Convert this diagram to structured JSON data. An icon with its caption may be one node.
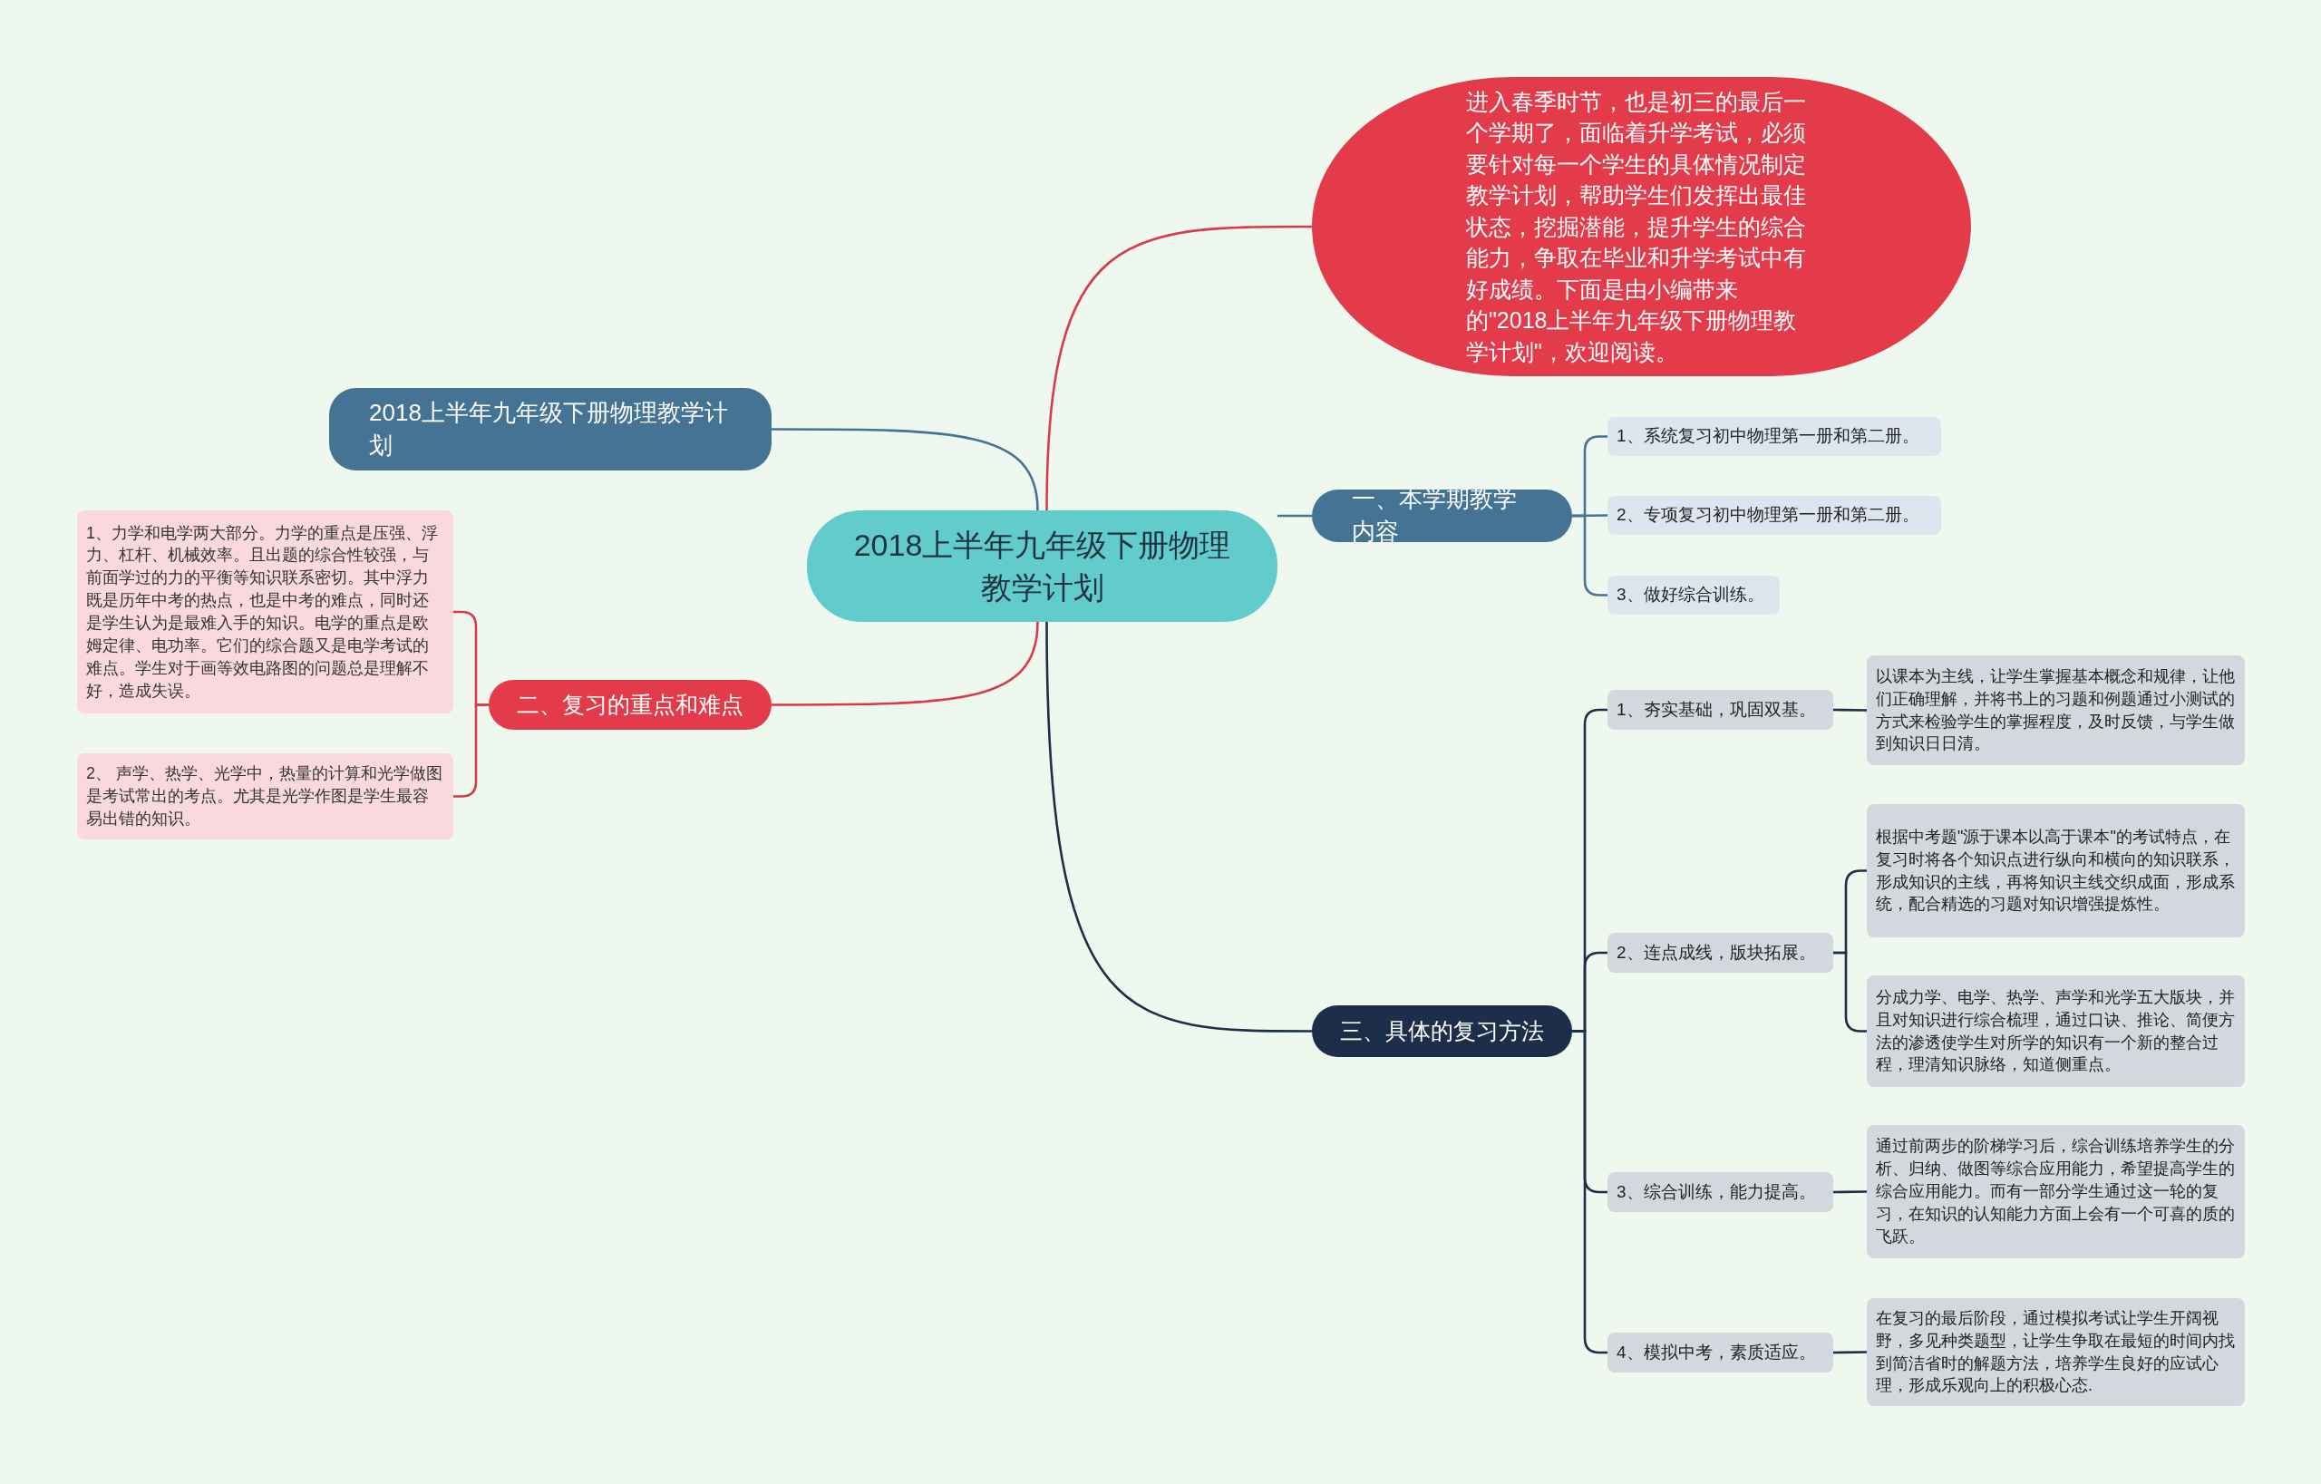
{
  "diagram": {
    "nodes": [
      {
        "text": [
          "2018上半年九年级下册物理教学计划"
        ]
      },
      {
        "text": [
          "进入春季时节，也是初三的最后一个学期了，面临着升学考试，必须要针对每一个学生的具体情况制定教学计划，帮助学生们发挥出最佳状态，挖掘潜能，提升学生的综合能力，争取在毕业和升学考试中有好成绩。下面是由小编带来的\"2018上半年九年级下册物理教学计划\"，欢迎阅读。"
        ]
      },
      {
        "text": [
          "2018上半年九年级下册物理教学计划"
        ]
      },
      {
        "text": [
          "二、复习的重点和难点"
        ]
      },
      {
        "text": [
          "1、力学和电学两大部分。力学的重点是压强、浮力、杠杆、机械效率。且出题的综合性较强，与前面学过的力的平衡等知识联系密切。其中浮力既是历年中考的热点，也是中考的难点，同时还是学生认为是最难入手的知识。电学的重点是欧姆定律、电功率。它们的综合题又是电学考试的难点。学生对于画等效电路图的问题总是理解不好，造成失误。"
        ]
      },
      {
        "text": [
          "2、 声学、热学、光学中，热量的计算和光学做图是考试常出的考点。尤其是光学作图是学生最容易出错的知识。"
        ]
      },
      {
        "text": [
          "一、本学期教学内容"
        ]
      },
      {
        "text": [
          "1、系统复习初中物理第一册和第二册。"
        ]
      },
      {
        "text": [
          "2、专项复习初中物理第一册和第二册。"
        ]
      },
      {
        "text": [
          "3、做好综合训练。"
        ]
      },
      {
        "text": [
          "三、具体的复习方法"
        ]
      },
      {
        "text": [
          "1、夯实基础，巩固双基。"
        ]
      },
      {
        "text": [
          "以课本为主线，让学生掌握基本概念和规律，让他们正确理解，并将书上的习题和例题通过小测试的方式来检验学生的掌握程度，及时反馈，与学生做到知识日日清。"
        ]
      },
      {
        "text": [
          "2、连点成线，版块拓展。"
        ]
      },
      {
        "text": [
          "根据中考题\"源于课本以高于课本\"的考试特点，在复习时将各个知识点进行纵向和横向的知识联系，形成知识的主线，再将知识主线交织成面，形成系统，配合精选的习题对知识增强提炼性。"
        ]
      },
      {
        "text": [
          "分成力学、电学、热学、声学和光学五大版块，并且对知识进行综合梳理，通过口诀、推论、简便方法的渗透使学生对所学的知识有一个新的整合过程，理清知识脉络，知道侧重点。"
        ]
      },
      {
        "text": [
          "3、综合训练，能力提高。"
        ]
      },
      {
        "text": [
          "通过前两步的阶梯学习后，综合训练培养学生的分析、归纳、做图等综合应用能力，希望提高学生的综合应用能力。而有一部分学生通过这一轮的复习，在知识的认知能力方面上会有一个可喜的质的飞跃。"
        ]
      },
      {
        "text": [
          "4、模拟中考，素质适应。"
        ]
      },
      {
        "text": [
          "在复习的最后阶段，通过模拟考试让学生开阔视野，多见种类题型，让学生争取在最短的时间内找到简洁省时的解题方法，培养学生良好的应试心理，形成乐观向上的积极心态."
        ]
      }
    ],
    "edges": [
      {
        "from": 0,
        "to": 1,
        "arrow": "none",
        "color": "#d93a4a"
      },
      {
        "from": 0,
        "to": 2,
        "arrow": "none",
        "color": "#447394"
      },
      {
        "from": 0,
        "to": 3,
        "arrow": "none",
        "color": "#d93a4a"
      },
      {
        "from": 3,
        "to": 4,
        "arrow": "none",
        "color": "#d93a4a"
      },
      {
        "from": 3,
        "to": 5,
        "arrow": "none",
        "color": "#d93a4a"
      },
      {
        "from": 0,
        "to": 6,
        "arrow": "none",
        "color": "#447394"
      },
      {
        "from": 6,
        "to": 7,
        "arrow": "none",
        "color": "#447394"
      },
      {
        "from": 6,
        "to": 8,
        "arrow": "none",
        "color": "#447394"
      },
      {
        "from": 6,
        "to": 9,
        "arrow": "none",
        "color": "#447394"
      },
      {
        "from": 0,
        "to": 10,
        "arrow": "none"
      },
      {
        "from": 10,
        "to": 11,
        "arrow": "none"
      },
      {
        "from": 11,
        "to": 12,
        "arrow": "none"
      },
      {
        "from": 10,
        "to": 13,
        "arrow": "none"
      },
      {
        "from": 13,
        "to": 14,
        "arrow": "none"
      },
      {
        "from": 13,
        "to": 15,
        "arrow": "none"
      },
      {
        "from": 10,
        "to": 16,
        "arrow": "none"
      },
      {
        "from": 16,
        "to": 17,
        "arrow": "none"
      },
      {
        "from": 10,
        "to": 18,
        "arrow": "none"
      },
      {
        "from": 18,
        "to": 19,
        "arrow": "none"
      }
    ]
  }
}
